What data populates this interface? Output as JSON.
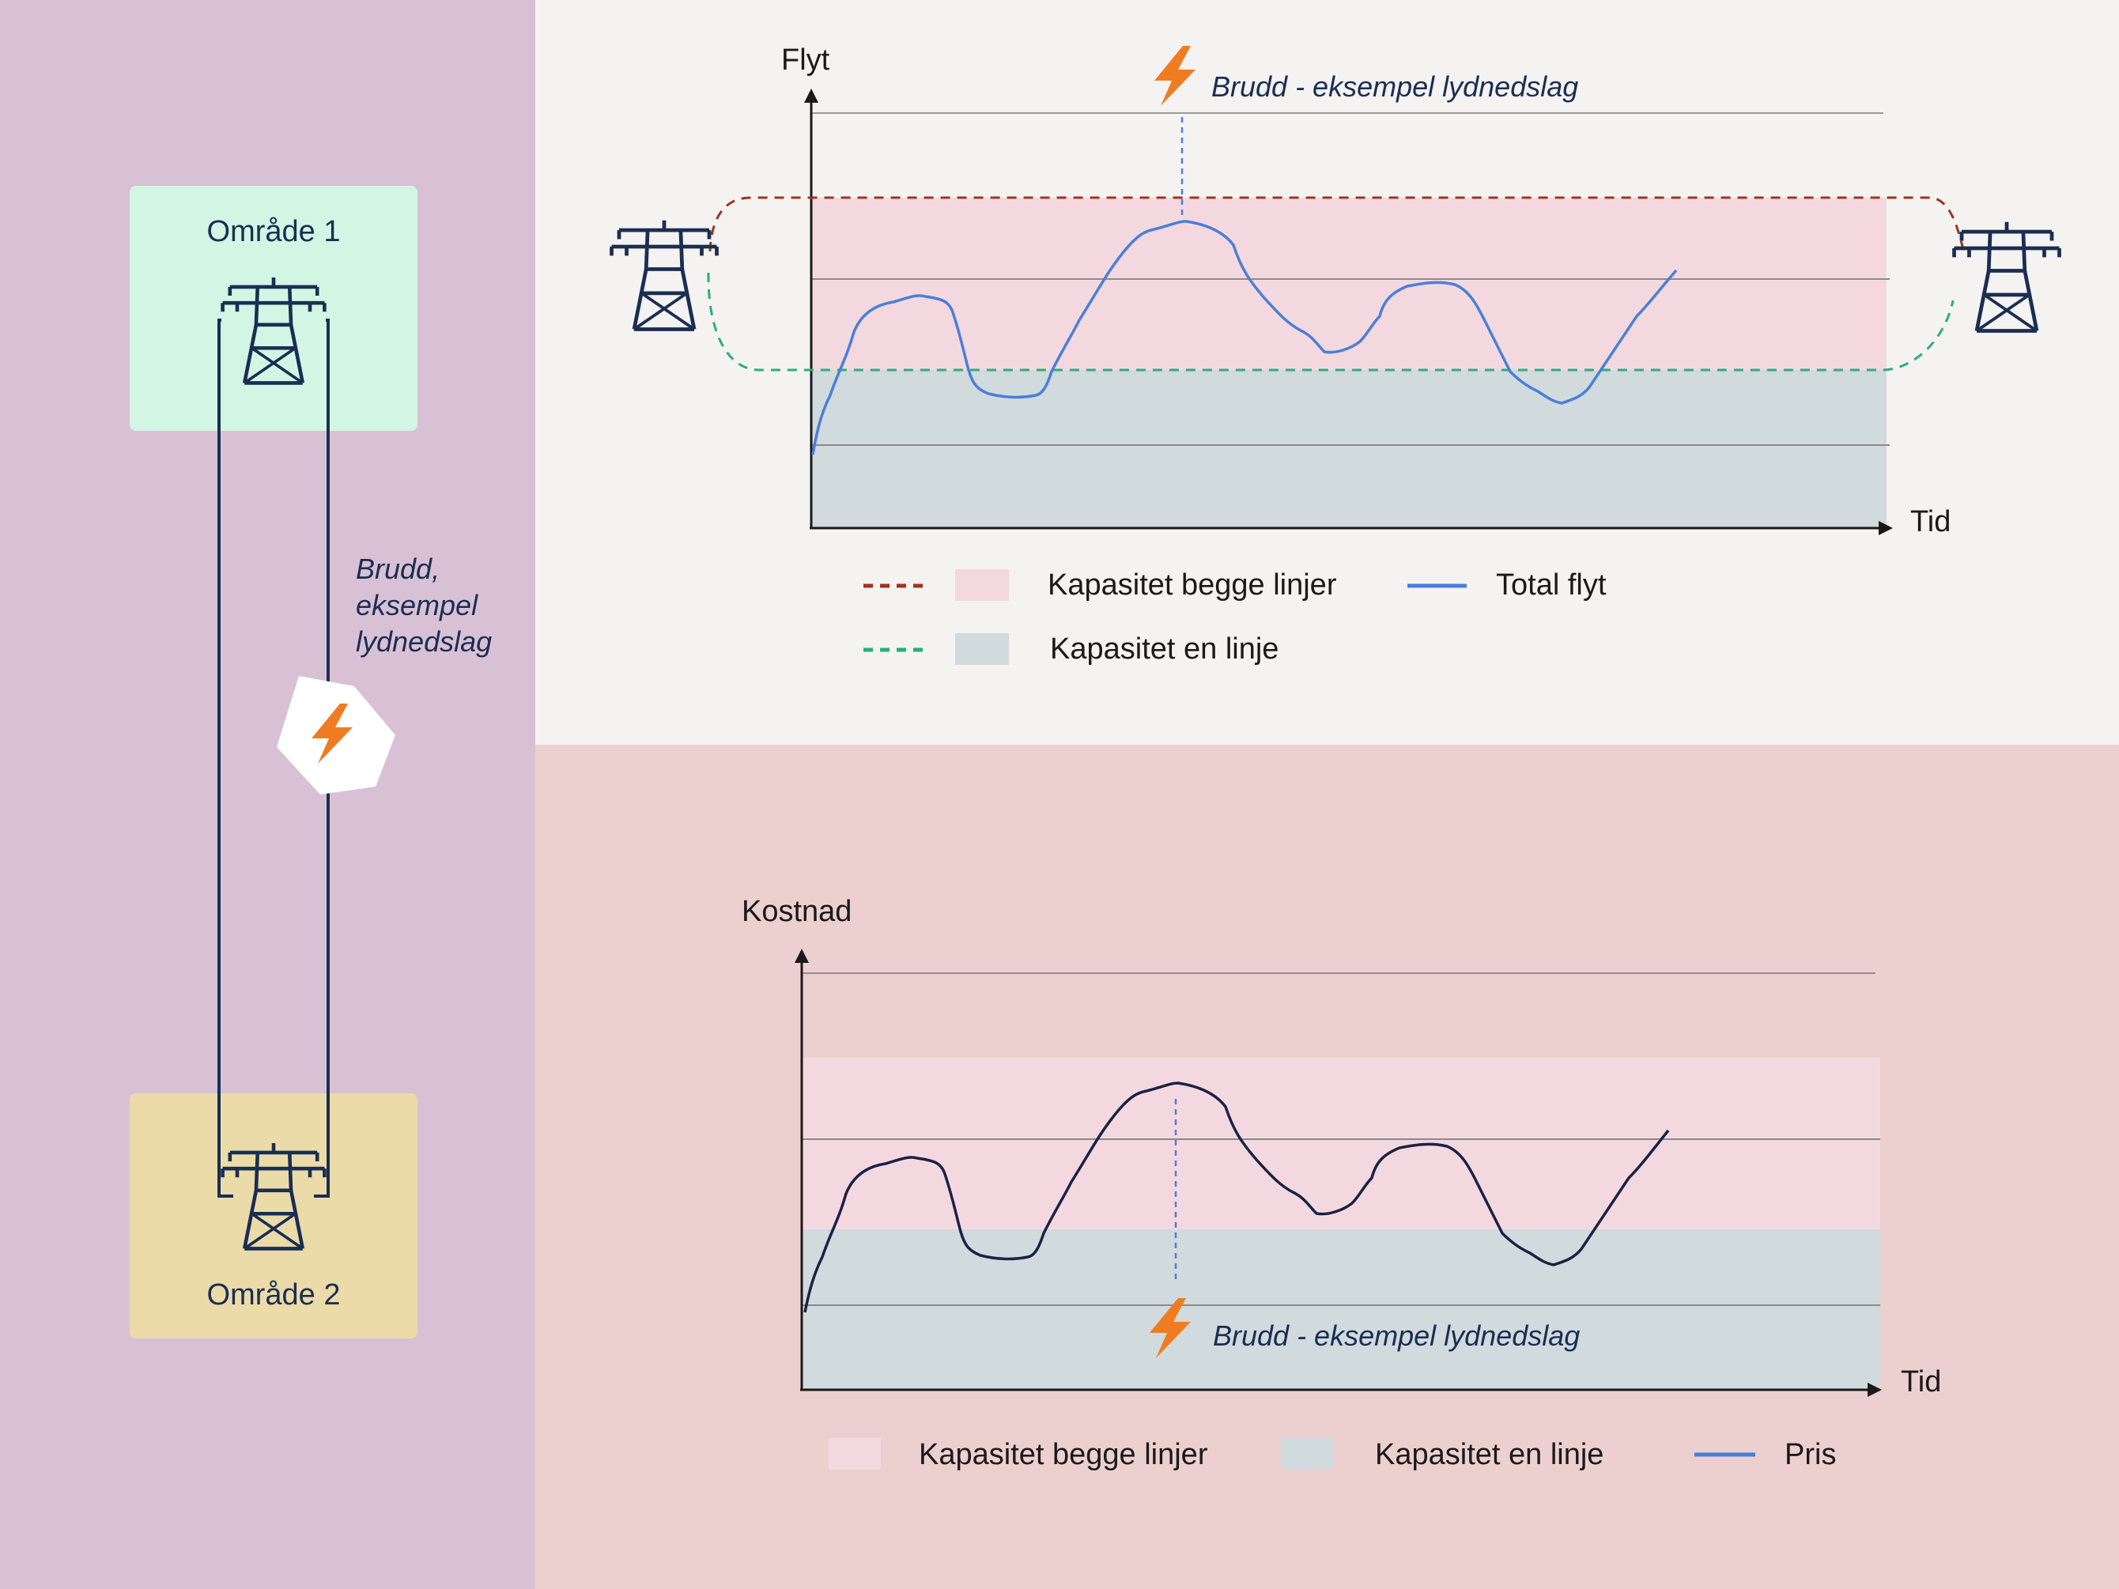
{
  "colors": {
    "left_bg": "#d9c1d5",
    "top_bg": "#f4f3f2",
    "bottom_bg": "#ecd0cf",
    "area1": "#d2f5e4",
    "area2": "#ebdba9",
    "navy": "#1a2e52",
    "pink_band": "#f3d9df",
    "grey_band": "#d1dadd",
    "flow_line": "#4a7fd8",
    "price_line": "#1a2244",
    "red_dash": "#a0341f",
    "green_dash": "#27b07a",
    "lightning": "#f07c22"
  },
  "left": {
    "area1_label": "Område 1",
    "area2_label": "Område 2",
    "break_label": [
      "Brudd,",
      "eksempel",
      "lydnedslag"
    ],
    "icons": [
      "power-tower-icon",
      "lightning-icon"
    ]
  },
  "top_chart": {
    "ylabel": "Flyt",
    "xlabel": "Tid",
    "annotation": "Brudd - eksempel lydnedslag",
    "legend": {
      "capacity_both": "Kapasitet begge linjer",
      "capacity_one": "Kapasitet en linje",
      "total_flow": "Total flyt"
    }
  },
  "bottom_chart": {
    "ylabel": "Kostnad",
    "xlabel": "Tid",
    "annotation": "Brudd - eksempel lydnedslag",
    "legend": {
      "capacity_both": "Kapasitet begge linjer",
      "capacity_one": "Kapasitet en linje",
      "price": "Pris"
    }
  },
  "chart_data": [
    {
      "type": "line",
      "series": [
        {
          "name": "Total flyt"
        }
      ],
      "ylabel": "Flyt",
      "xlabel": "Tid"
    },
    {
      "type": "line",
      "series": [
        {
          "name": "Pris"
        }
      ],
      "ylabel": "Kostnad",
      "xlabel": "Tid"
    }
  ]
}
